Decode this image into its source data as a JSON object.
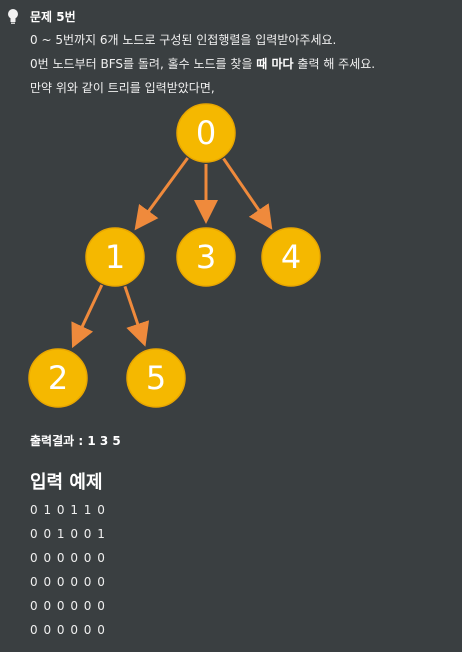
{
  "problem": {
    "title": "문제 5번",
    "line1": "0 ~ 5번까지 6개 노드로 구성된 인접행렬을 입력받아주세요.",
    "line2_prefix": "0번 노드부터 BFS를 돌려, 홀수 노드를 찾을 ",
    "line2_bold": "때 마다",
    "line2_suffix": " 출력 해 주세요.",
    "line3": "만약 위와 같이 트리를 입력받았다면,"
  },
  "tree": {
    "node_color": "#f5b800",
    "node_border": "#e8a600",
    "edge_color": "#ef8a3c",
    "nodes": [
      "0",
      "1",
      "3",
      "4",
      "2",
      "5"
    ],
    "edges": [
      [
        "0",
        "1"
      ],
      [
        "0",
        "3"
      ],
      [
        "0",
        "4"
      ],
      [
        "1",
        "2"
      ],
      [
        "1",
        "5"
      ]
    ]
  },
  "output": {
    "label": "출력결과 : 1 3 5"
  },
  "input_example": {
    "heading": "입력 예제",
    "rows": [
      "0 1 0 1 1 0",
      "0 0 1 0 0 1",
      "0 0 0 0 0 0",
      "0 0 0 0 0 0",
      "0 0 0 0 0 0",
      "0 0 0 0 0 0"
    ]
  }
}
